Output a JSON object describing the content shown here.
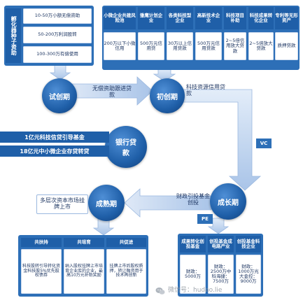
{
  "colors": {
    "dark_blue": "#1f5fa8",
    "mid_blue": "#2d6fb7",
    "light_blue": "#b7cfee",
    "text": "#1f3763"
  },
  "incubation_panel": {
    "side_title": "孵化器种子资助",
    "items": [
      "10-50万小额无偿资助",
      "50-200万利润股转",
      "100-300万有偿使用"
    ]
  },
  "top_table": {
    "headers": [
      "小微企业共建风险池",
      "雏鹰计划企业",
      "各类科技型企业",
      "高新技术企业",
      "科技项目补助",
      "科技成果转化企业",
      "专利等无形资产"
    ],
    "values": [
      "200万以下小微信用",
      "500万元信用贷",
      "30万以上信用贷款",
      "500万元信用贷款",
      "2~5倍信用放大贷款",
      "2~5倍放大贷款",
      "质押贷款"
    ]
  },
  "stages": {
    "trial": "试创期",
    "initial": "初创期",
    "bank": "银行贷款",
    "growth": "成长期",
    "mature": "成熟期"
  },
  "arrow_labels": {
    "trial_to_initial": "无偿资助跟进贷款",
    "initial_note": "科技资源信用贷款",
    "fund1": "1亿元科技信贷引导基金",
    "fund2": "18亿元中小微企业存贷转贷",
    "capital_market": "多层次资本市场挂牌上市",
    "growth_to_mature": "财政引投基金创投",
    "vc": "VC",
    "pe": "PE"
  },
  "bottom_left": {
    "headers": [
      "共扶持",
      "共培育",
      "共促进"
    ],
    "texts": [
      "科技股转引导转化资金科技股5%优先股权债券",
      "纳入股权挂牌上市培育企业库的企业，最高10万元补助奖励",
      "挂牌上市后股权质押，转让融资用于技术再创新"
    ]
  },
  "bottom_right": {
    "headers": [
      "成果转化创投基金",
      "创投基金成电路产业",
      "创投基金科技企业"
    ],
    "values": [
      "财政：5000万",
      "财政：2500万中科海捷：7500万",
      "财政：1000万光大金控：9000万"
    ]
  },
  "watermark": {
    "icon": "wechat-icon",
    "text": "微信号：hudao.lie"
  }
}
